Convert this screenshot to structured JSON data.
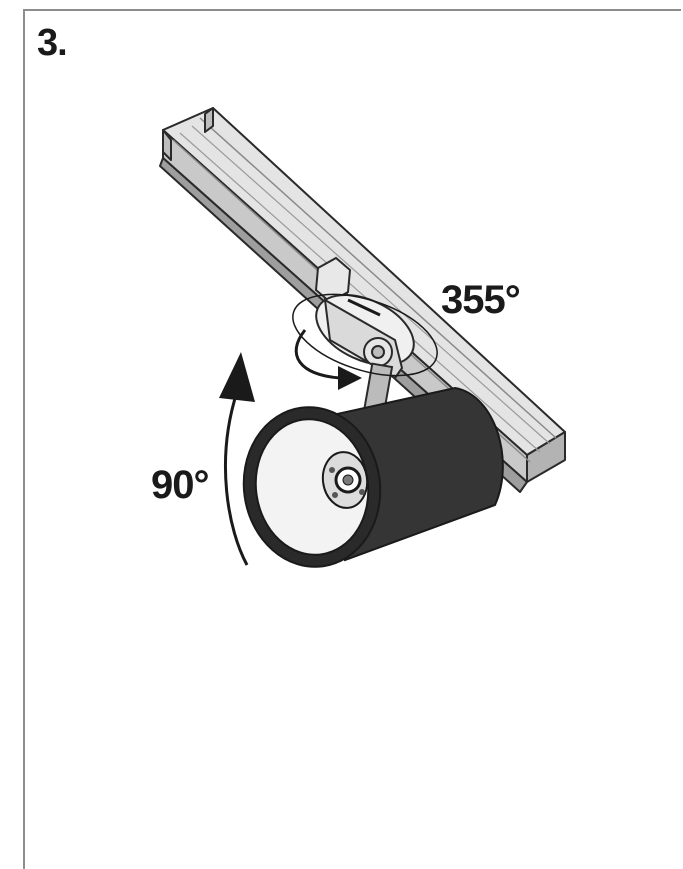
{
  "step_label": "3.",
  "rotation_horizontal_label": "355°",
  "rotation_vertical_label": "90°",
  "colors": {
    "frame": "#8d8d8d",
    "rail": "#cfcfcf",
    "body": "#353535",
    "arrow": "#1a1a1a"
  },
  "icons": [
    "track-rail",
    "adapter",
    "spotlight-head",
    "rotation-arrow-horizontal",
    "rotation-arrow-vertical"
  ]
}
